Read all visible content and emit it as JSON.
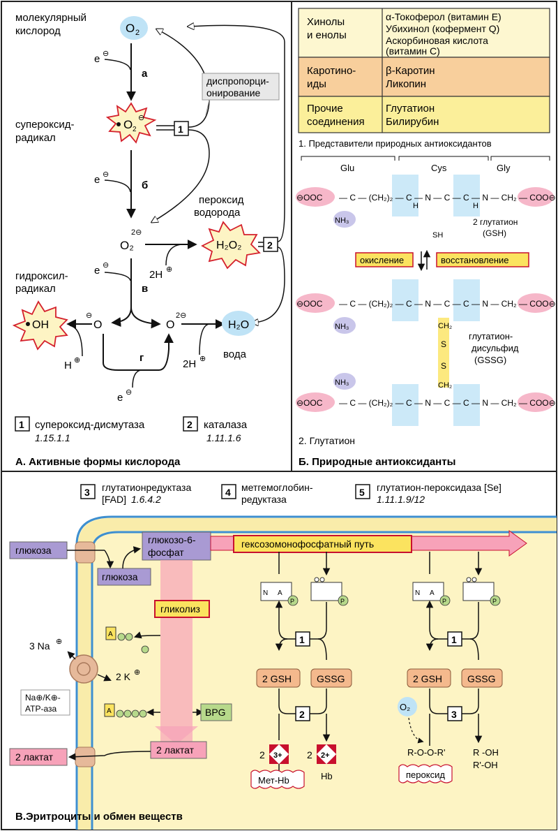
{
  "panelA": {
    "title": "А. Активные формы кислорода",
    "molecular_oxygen_label_1": "молекулярный",
    "molecular_oxygen_label_2": "кислород",
    "o2": "O",
    "o2_sub": "2",
    "electron": "e",
    "step_a": "а",
    "step_b": "б",
    "step_v": "в",
    "step_g": "г",
    "superoxide_1": "супероксид-",
    "superoxide_2": "радикал",
    "disproportionation_1": "диспропорци-",
    "disproportionation_2": "онирование",
    "peroxide_label_1": "пероксид",
    "peroxide_label_2": "водорода",
    "h2o2": "H₂O₂",
    "peroxide_ion": "O₂",
    "peroxide_ion_charge": "2⊖",
    "two_h": "2H",
    "hydroxyl_1": "гидроксил-",
    "hydroxyl_2": "радикал",
    "oh": "OH",
    "o_minus": "O",
    "o_2minus": "O",
    "o_2minus_charge": "2⊖",
    "h_plus": "H",
    "h2o": "H₂O",
    "water": "вода",
    "enzyme1_num": "1",
    "enzyme1_name": "супероксид-дисмутаза",
    "enzyme1_ec": "1.15.1.1",
    "enzyme2_num": "2",
    "enzyme2_name": "каталаза",
    "enzyme2_ec": "1.11.1.6"
  },
  "panelB": {
    "title": "Б. Природные антиоксиданты",
    "table_rows": [
      {
        "class_1": "Хинолы",
        "class_2": "и енолы",
        "items": [
          "α-Токоферол (витамин Е)",
          "Убихинол (кофермент Q)",
          "Аскорбиновая кислота",
          "(витамин С)"
        ],
        "color": "#fdf7d0"
      },
      {
        "class_1": "Каротино-",
        "class_2": "иды",
        "items": [
          "β-Каротин",
          "Ликопин"
        ],
        "color": "#f8cf9c"
      },
      {
        "class_1": "Прочие",
        "class_2": "соединения",
        "items": [
          "Глутатион",
          "Билирубин"
        ],
        "color": "#fbef9a"
      }
    ],
    "caption1": "1. Представители природных антиоксидантов",
    "caption2": "2. Глутатион",
    "glu": "Glu",
    "cys": "Cys",
    "gly": "Gly",
    "ooc": "⊖OOC",
    "coo": "COO⊖",
    "nh3": "NH₃",
    "oxidation": "окисление",
    "reduction": "восстановление",
    "gsh_1": "2 глутатион",
    "gsh_2": "(GSH)",
    "gssg_1": "глутатион-",
    "gssg_2": "дисульфид",
    "gssg_3": "(GSSG)"
  },
  "panelV": {
    "title": "В.Эритроциты и обмен веществ",
    "enzyme3_num": "3",
    "enzyme3_name_1": "глутатионредуктаза",
    "enzyme3_name_2": "[FAD]",
    "enzyme3_ec": "1.6.4.2",
    "enzyme4_num": "4",
    "enzyme4_name_1": "метгемоглобин-",
    "enzyme4_name_2": "редуктаза",
    "enzyme5_num": "5",
    "enzyme5_name": "глутатион-пероксидаза [Se]",
    "enzyme5_ec": "1.11.1.9/12",
    "glucose_out": "глюкоза",
    "glucose_in": "глюкоза",
    "g6p_1": "глюкозо-6-",
    "g6p_2": "фосфат",
    "hmp_path": "гексозомонофосфатный путь",
    "glycolysis": "гликолиз",
    "three_na": "3 Na",
    "two_k": "2 K",
    "atpase_1": "Na⊕/K⊕-",
    "atpase_2": "ATP-аза",
    "bpg": "BPG",
    "lactate_in": "2 лактат",
    "lactate_out": "2 лактат",
    "gsh": "2 GSH",
    "gssg": "GSSG",
    "box1": "1",
    "box2": "2",
    "box3": "3",
    "fe3": "3+",
    "fe2": "2+",
    "two": "2",
    "met_hb": "Мет-Hb",
    "hb": "Hb",
    "o2": "O₂",
    "roor": "R-O-O-R'",
    "peroxide": "пероксид",
    "roh1": "R -OH",
    "roh2": "R'-OH",
    "n": "N",
    "a": "A",
    "p": "P"
  },
  "colors": {
    "cell_fill": "#fdf4c4",
    "membrane": "#3e8fd0",
    "purple_box": "#a99ad3",
    "pink_box": "#f7a2b9",
    "orange_box": "#f4b98d",
    "yellow_box": "#fbe35f",
    "green_box": "#b7d98b",
    "red_border": "#c8102e",
    "blue_blob": "#bfe3f6",
    "pink_blob": "#f6b7c9",
    "purple_blob": "#c9c6ea"
  }
}
